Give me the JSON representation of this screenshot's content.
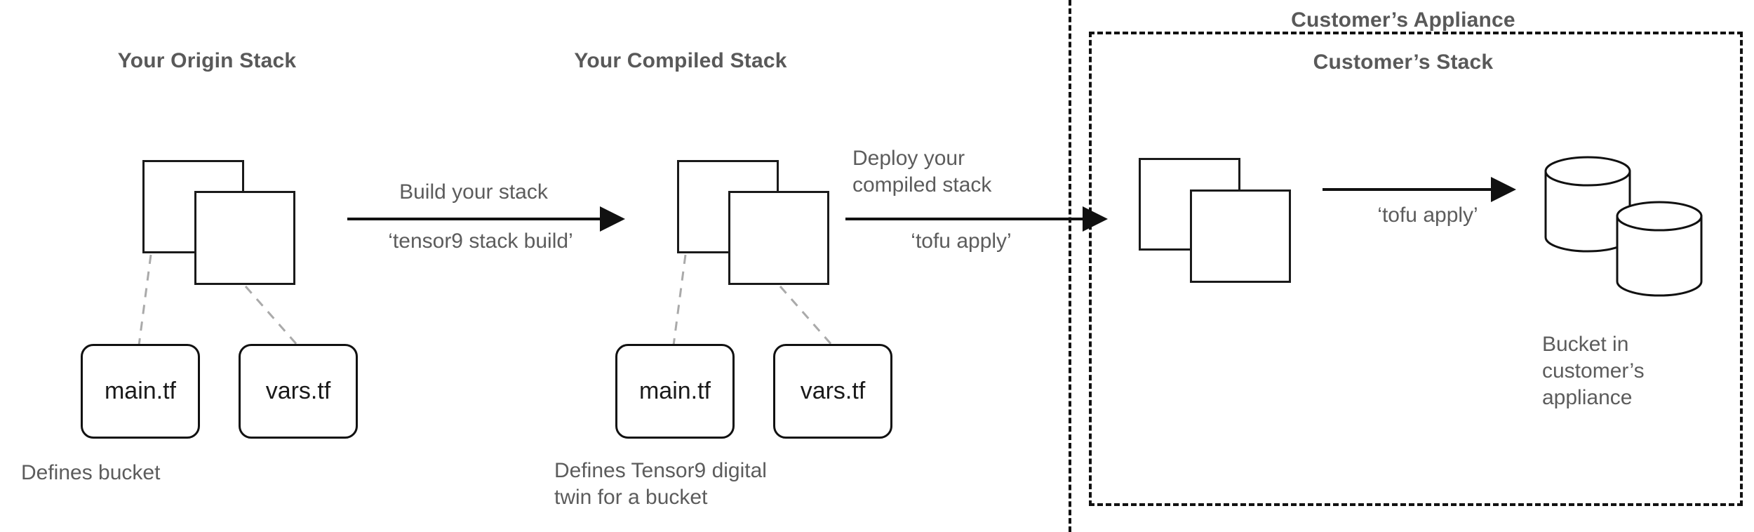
{
  "diagram": {
    "title_origin": "Your Origin Stack",
    "title_compiled": "Your Compiled Stack",
    "title_appliance": "Customer’s Appliance",
    "title_customer_stack": "Customer’s Stack",
    "arrow1": {
      "label_above": "Build your stack",
      "label_below": "‘tensor9 stack build’"
    },
    "arrow2": {
      "label_above": "Deploy your\ncompiled stack",
      "label_below": "‘tofu apply’"
    },
    "arrow3": {
      "label_below": "‘tofu apply’"
    },
    "origin_files": [
      {
        "name": "main.tf"
      },
      {
        "name": "vars.tf"
      }
    ],
    "compiled_files": [
      {
        "name": "main.tf"
      },
      {
        "name": "vars.tf"
      }
    ],
    "caption_origin": "Defines bucket",
    "caption_compiled": "Defines Tensor9 digital\ntwin for a bucket",
    "caption_bucket": "Bucket in\ncustomer’s\nappliance",
    "colors": {
      "heading": "#595959",
      "body": "#5c5c5c",
      "stroke": "#1a1a1a",
      "dashed": "#111111",
      "connector": "#aaaaaa",
      "background": "#ffffff"
    }
  }
}
